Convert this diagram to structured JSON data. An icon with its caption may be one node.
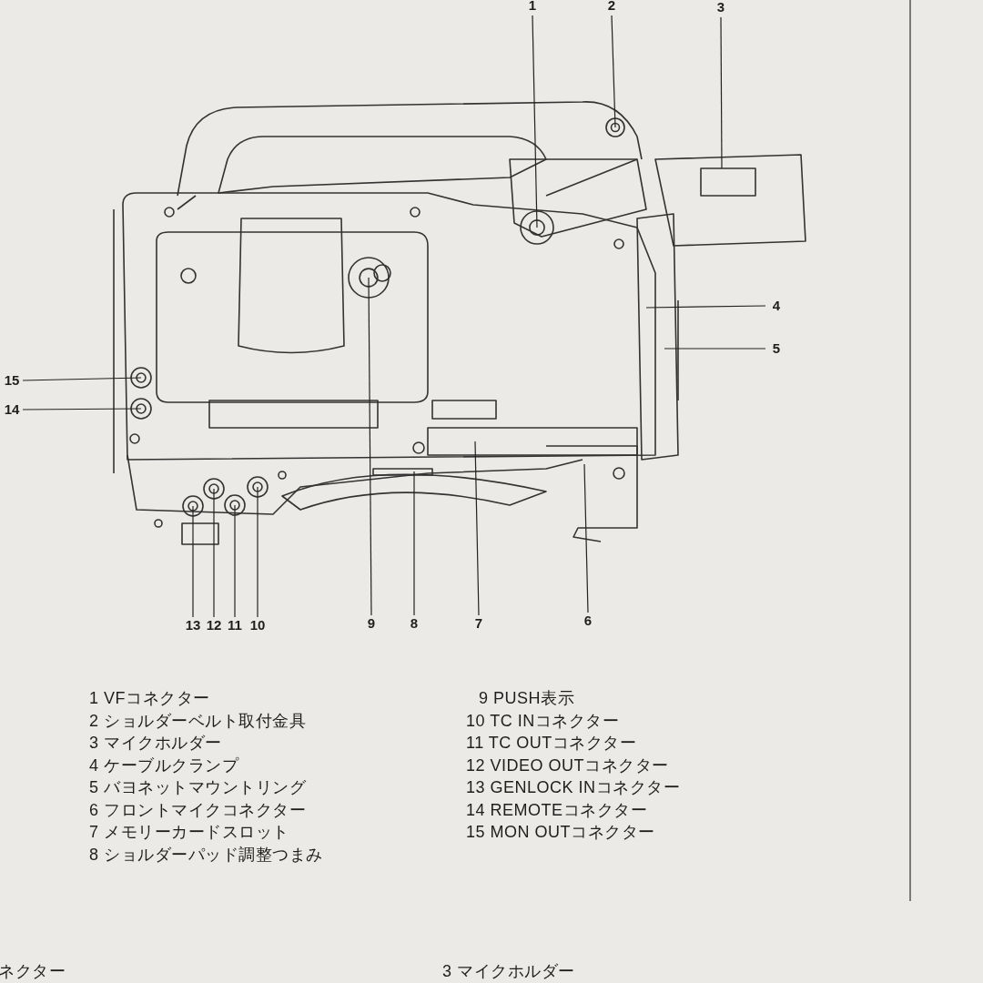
{
  "diagram": {
    "nodes": [
      {
        "text": [
          "1"
        ]
      },
      {
        "text": [
          "2"
        ]
      },
      {
        "text": [
          "3"
        ]
      },
      {
        "text": [
          "4"
        ]
      },
      {
        "text": [
          "5"
        ]
      },
      {
        "text": [
          "6"
        ]
      },
      {
        "text": [
          "7"
        ]
      },
      {
        "text": [
          "8"
        ]
      },
      {
        "text": [
          "9"
        ]
      },
      {
        "text": [
          "10"
        ]
      },
      {
        "text": [
          "11"
        ]
      },
      {
        "text": [
          "12"
        ]
      },
      {
        "text": [
          "13"
        ]
      },
      {
        "text": [
          "14"
        ]
      },
      {
        "text": [
          "15"
        ]
      }
    ],
    "edges": [
      {
        "from": 0,
        "to": null,
        "arrow": "none"
      },
      {
        "from": 1,
        "to": null,
        "arrow": "none"
      },
      {
        "from": 2,
        "to": null,
        "arrow": "none"
      },
      {
        "from": 3,
        "to": null,
        "arrow": "none"
      },
      {
        "from": 4,
        "to": null,
        "arrow": "none"
      },
      {
        "from": 5,
        "to": null,
        "arrow": "none"
      },
      {
        "from": 6,
        "to": null,
        "arrow": "none"
      },
      {
        "from": 7,
        "to": null,
        "arrow": "none"
      },
      {
        "from": 8,
        "to": null,
        "arrow": "none"
      },
      {
        "from": 9,
        "to": null,
        "arrow": "none"
      },
      {
        "from": 10,
        "to": null,
        "arrow": "none"
      },
      {
        "from": 11,
        "to": null,
        "arrow": "none"
      },
      {
        "from": 12,
        "to": null,
        "arrow": "none"
      },
      {
        "from": 13,
        "to": null,
        "arrow": "none"
      },
      {
        "from": 14,
        "to": null,
        "arrow": "none"
      }
    ],
    "labels": [
      "1 VFコネクター",
      "2 ショルダーベルト取付金具",
      "3 マイクホルダー",
      "4 ケーブルクランプ",
      "5 バヨネットマウントリング",
      "6 フロントマイクコネクター",
      "7 メモリーカードスロット",
      "8 ショルダーパッド調整つまみ",
      "9 PUSH表示",
      "10 TC INコネクター",
      "11 TC OUTコネクター",
      "12 VIDEO OUTコネクター",
      "13 GENLOCK INコネクター",
      "14 REMOTEコネクター",
      "15 MON OUTコネクター",
      "ネクター",
      "3 マイクホルダー"
    ]
  }
}
